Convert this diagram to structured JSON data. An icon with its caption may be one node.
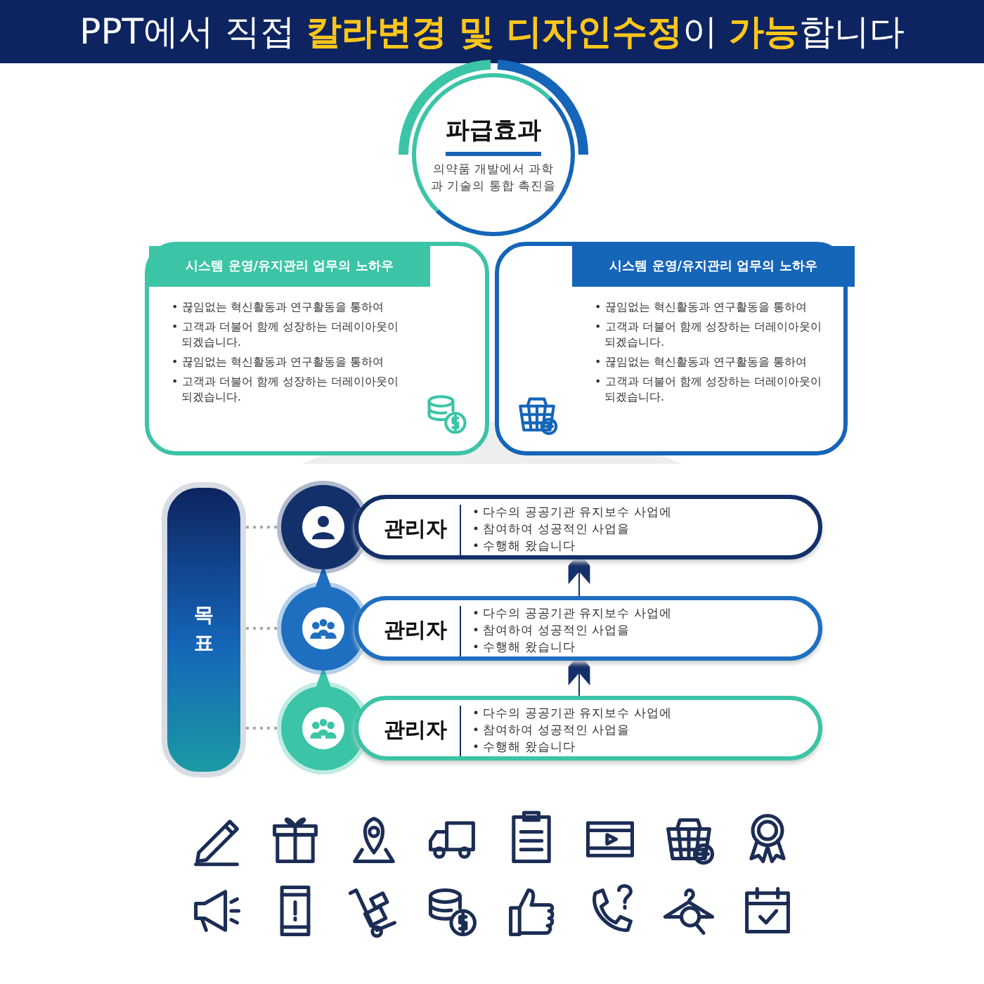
{
  "diagram": {
    "title": "PPT에서 직접 **칼라변경 및 디자인수정**이 **가능**합니다",
    "nodes": [
      {
        "text": [
          "파급효과",
          "의약품 개발에서 과학과 기술의 통합 촉진을"
        ]
      },
      {
        "text": [
          "시스템 운영/유지관리 업무의 노하우",
          "• 끊임없는 혁신활동과 연구활동을 통하여",
          "• 고객과 더불어 함께 성장하는 더레이아웃이 되겠습니다.",
          "• 끊임없는 혁신활동과 연구활동을 통하여",
          "• 고객과 더불어 함께 성장하는 더레이아웃이 되겠습니다."
        ]
      },
      {
        "text": [
          "시스템 운영/유지관리 업무의 노하우",
          "• 끊임없는 혁신활동과 연구활동을 통하여",
          "• 고객과 더불어 함께 성장하는 더레이아웃이 되겠습니다.",
          "• 끊임없는 혁신활동과 연구활동을 통하여",
          "• 고객과 더불어 함께 성장하는 더레이아웃이 되겠습니다."
        ]
      },
      {
        "text": [
          "목표"
        ]
      },
      {
        "text": [],
        "shape": "circle"
      },
      {
        "text": [
          "관리자",
          "• 다수의 공공기관 유지보수 사업에",
          "• 참여하여 성공적인 사업을",
          "• 수행해 왔습니다"
        ]
      },
      {
        "text": [],
        "shape": "circle"
      },
      {
        "text": [
          "관리자",
          "• 다수의 공공기관 유지보수 사업에",
          "• 참여하여 성공적인 사업을",
          "• 수행해 왔습니다"
        ]
      },
      {
        "text": [],
        "shape": "circle"
      },
      {
        "text": [
          "관리자",
          "• 다수의 공공기관 유지보수 사업에",
          "• 참여하여 성공적인 사업을",
          "• 수행해 왔습니다"
        ]
      }
    ],
    "edges": [
      {
        "from": 3,
        "to": 4,
        "arrow": "none",
        "style": "dashed",
        "color": "#aaaaaa"
      },
      {
        "from": 3,
        "to": 6,
        "arrow": "none",
        "style": "dashed",
        "color": "#aaaaaa"
      },
      {
        "from": 3,
        "to": 8,
        "arrow": "none",
        "style": "dashed",
        "color": "#aaaaaa"
      },
      {
        "from": 7,
        "to": 5,
        "arrow": "to",
        "color": "#13306a"
      },
      {
        "from": 9,
        "to": 7,
        "arrow": "to",
        "color": "#13306a"
      },
      {
        "from": 6,
        "to": 4,
        "arrow": "to",
        "color": "#1f6fc0"
      },
      {
        "from": 8,
        "to": 6,
        "arrow": "to",
        "color": "#3cc4a7"
      }
    ]
  }
}
